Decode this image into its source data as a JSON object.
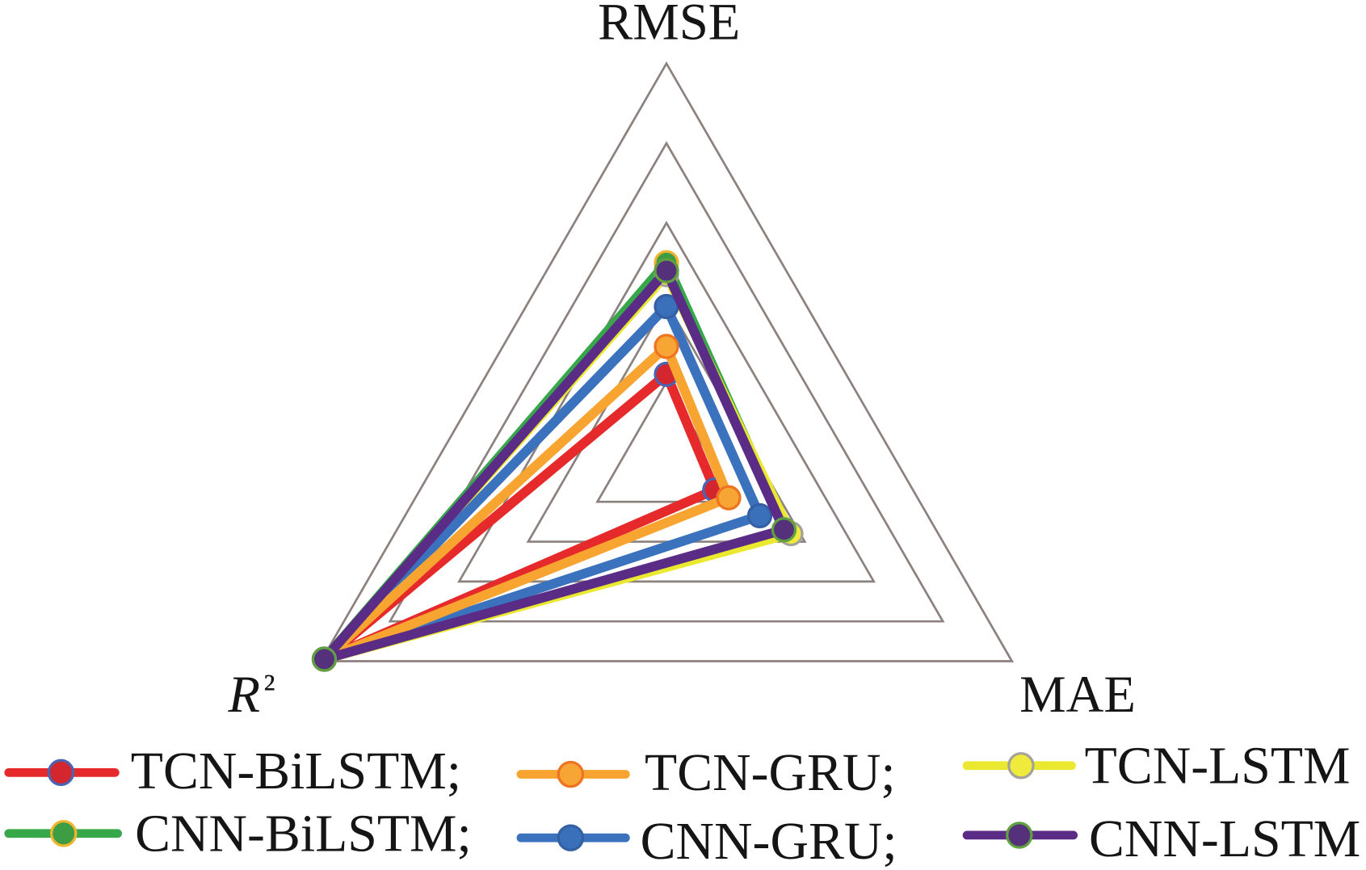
{
  "chart_data": {
    "type": "radar",
    "categories": [
      "RMSE",
      "MAE",
      "R²"
    ],
    "rlim": [
      0,
      1
    ],
    "grid": true,
    "grid_levels": 5,
    "grid_color": "#8b817e",
    "legend_position": "bottom",
    "series": [
      {
        "name": "TCN-BiLSTM",
        "legend_suffix": ";",
        "color": "#e62a2b",
        "marker_fill": "#d4262e",
        "marker_edge": "#4a63b2",
        "values": [
          0.22,
          0.14,
          0.99
        ]
      },
      {
        "name": "TCN-GRU",
        "legend_suffix": ";",
        "color": "#f8a430",
        "marker_fill": "#f7a534",
        "marker_edge": "#ee7422",
        "values": [
          0.29,
          0.18,
          0.99
        ]
      },
      {
        "name": "TCN-LSTM",
        "color": "#ebe92f",
        "marker_fill": "#efeb3c",
        "marker_edge": "#a3a199",
        "values": [
          0.47,
          0.36,
          0.99
        ]
      },
      {
        "name": "CNN-BiLSTM",
        "legend_suffix": ";",
        "color": "#37a84a",
        "marker_fill": "#3c9d42",
        "marker_edge": "#efb52e",
        "values": [
          0.5,
          0.35,
          0.99
        ]
      },
      {
        "name": "CNN-GRU",
        "legend_suffix": ";",
        "color": "#3a72bd",
        "marker_fill": "#3a70ba",
        "marker_edge": "#345fa3",
        "values": [
          0.39,
          0.27,
          0.99
        ]
      },
      {
        "name": "CNN-LSTM",
        "color": "#5b2c86",
        "marker_fill": "#55307b",
        "marker_edge": "#5fa040",
        "values": [
          0.48,
          0.34,
          0.99
        ]
      }
    ]
  }
}
